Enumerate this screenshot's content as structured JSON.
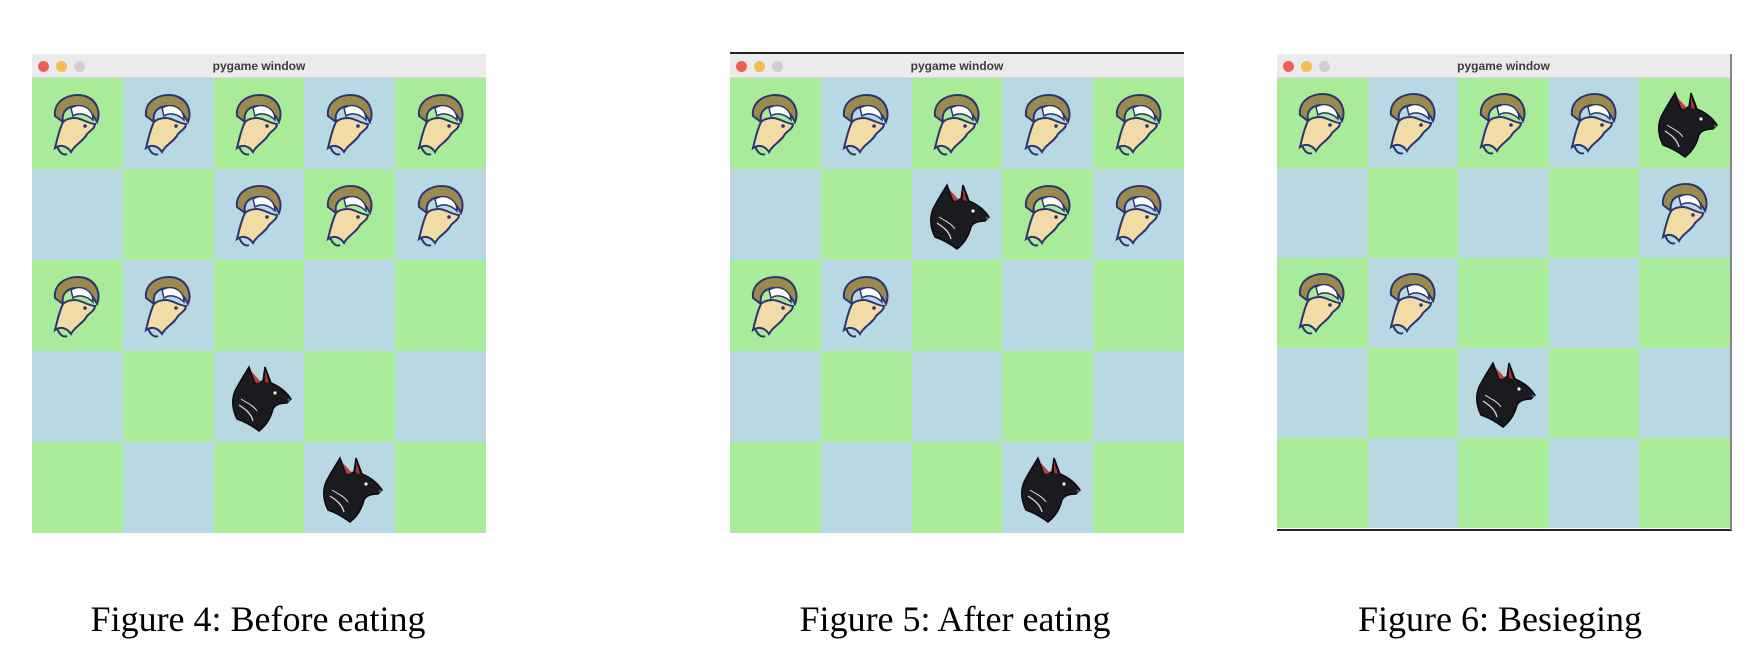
{
  "figures": [
    {
      "window_title": "pygame window",
      "caption": "Figure 4: Before eating",
      "board": [
        [
          "goat",
          "goat",
          "goat",
          "goat",
          "goat"
        ],
        [
          "",
          "",
          "goat",
          "goat",
          "goat"
        ],
        [
          "goat",
          "goat",
          "",
          "",
          ""
        ],
        [
          "",
          "",
          "wolf",
          "",
          ""
        ],
        [
          "",
          "",
          "",
          "wolf",
          ""
        ]
      ]
    },
    {
      "window_title": "pygame window",
      "caption": "Figure 5: After eating",
      "board": [
        [
          "goat",
          "goat",
          "goat",
          "goat",
          "goat"
        ],
        [
          "",
          "",
          "wolf",
          "goat",
          "goat"
        ],
        [
          "goat",
          "goat",
          "",
          "",
          ""
        ],
        [
          "",
          "",
          "",
          "",
          ""
        ],
        [
          "",
          "",
          "",
          "wolf",
          ""
        ]
      ]
    },
    {
      "window_title": "pygame window",
      "caption": "Figure 6: Besieging",
      "board": [
        [
          "goat",
          "goat",
          "goat",
          "goat",
          "wolf"
        ],
        [
          "",
          "",
          "",
          "",
          "goat"
        ],
        [
          "goat",
          "goat",
          "",
          "",
          ""
        ],
        [
          "",
          "",
          "wolf",
          "",
          ""
        ],
        [
          "",
          "",
          "",
          "",
          ""
        ]
      ]
    }
  ],
  "colors": {
    "green_cell": "#a8ec9a",
    "blue_cell": "#b8d8e4"
  },
  "icons": {
    "goat": "goat-icon",
    "wolf": "wolf-icon"
  }
}
